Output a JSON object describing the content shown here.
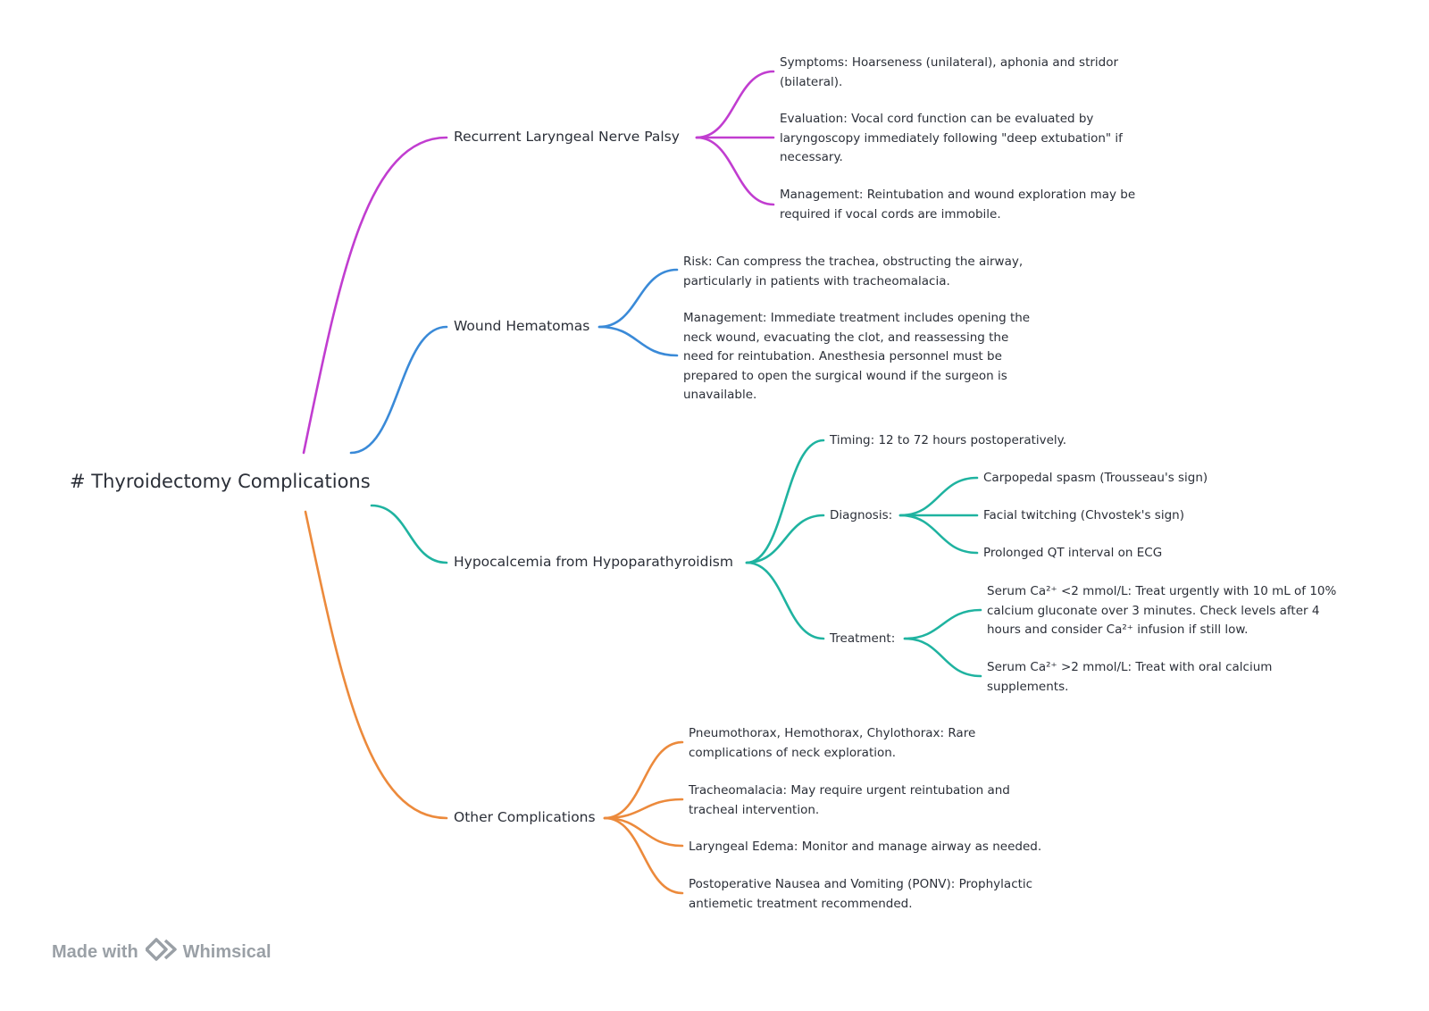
{
  "root": "# Thyroidectomy Complications",
  "colors": {
    "rln": "#c13dd0",
    "hematoma": "#3a8ad8",
    "hypocalcemia": "#1fb3a0",
    "other": "#ec8a3c"
  },
  "branches": [
    {
      "label": "Recurrent Laryngeal Nerve Palsy",
      "children": [
        "Symptoms: Hoarseness (unilateral), aphonia and stridor\n(bilateral).",
        "Evaluation: Vocal cord function can be evaluated by\nlaryngoscopy immediately following \"deep extubation\" if\nnecessary.",
        "Management: Reintubation and wound exploration may be\nrequired if vocal cords are immobile."
      ]
    },
    {
      "label": "Wound Hematomas",
      "children": [
        "Risk: Can compress the trachea, obstructing the airway,\nparticularly in patients with tracheomalacia.",
        "Management: Immediate treatment includes opening the\nneck wound, evacuating the clot, and reassessing the\nneed for reintubation. Anesthesia personnel must be\nprepared to open the surgical wound if the surgeon is\nunavailable."
      ]
    },
    {
      "label": "Hypocalcemia from Hypoparathyroidism",
      "timing": "Timing: 12 to 72 hours postoperatively.",
      "diagnosis": {
        "label": "Diagnosis:",
        "children": [
          "Carpopedal spasm (Trousseau's sign)",
          "Facial twitching (Chvostek's sign)",
          "Prolonged QT interval on ECG"
        ]
      },
      "treatment": {
        "label": "Treatment:",
        "children": [
          "Serum Ca²⁺ <2 mmol/L: Treat urgently with 10 mL of 10%\ncalcium gluconate over 3 minutes. Check levels after 4\nhours and consider Ca²⁺ infusion if still low.",
          "Serum Ca²⁺ >2 mmol/L: Treat with oral calcium\nsupplements."
        ]
      }
    },
    {
      "label": "Other Complications",
      "children": [
        "Pneumothorax, Hemothorax, Chylothorax: Rare\ncomplications of neck exploration.",
        "Tracheomalacia: May require urgent reintubation and\ntracheal intervention.",
        "Laryngeal Edema: Monitor and manage airway as needed.",
        "Postoperative Nausea and Vomiting (PONV): Prophylactic\nantiemetic treatment recommended."
      ]
    }
  ],
  "footer": {
    "made_with": "Made with",
    "brand": "Whimsical"
  }
}
